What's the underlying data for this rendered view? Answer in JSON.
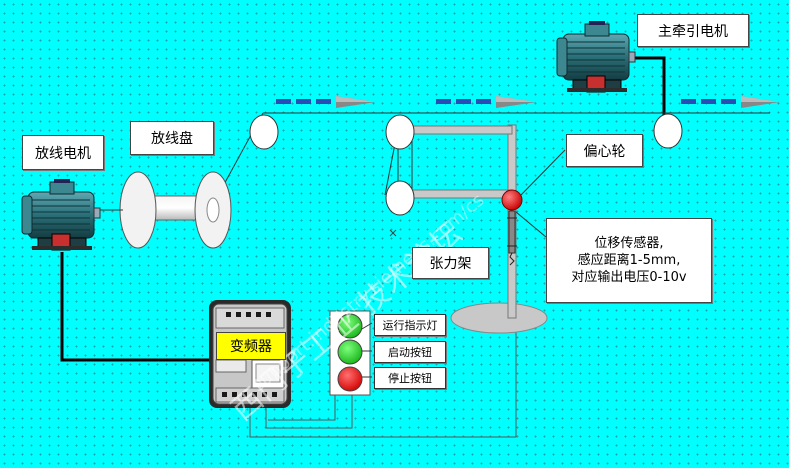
{
  "labels": {
    "main_motor": "主牵引电机",
    "payoff_motor": "放线电机",
    "payoff_reel": "放线盘",
    "cam": "偏心轮",
    "tension_frame": "张力架",
    "sensor_line1": "位移传感器,",
    "sensor_line2": "感应距离1-5mm,",
    "sensor_line3": "对应输出电压0-10v",
    "inverter": "变频器",
    "run_indicator": "运行指示灯",
    "start_button": "启动按钮",
    "stop_button": "停止按钮"
  },
  "watermark": {
    "cn": "西门子工业  技术论坛",
    "url": "support.industry.siemens.com/cs"
  },
  "colors": {
    "background": "#00FFFF",
    "lamp_green": "#22dd22",
    "lamp_red": "#ee1111",
    "inverter_label": "#ffff00",
    "motor_body": "#2a6f78"
  }
}
